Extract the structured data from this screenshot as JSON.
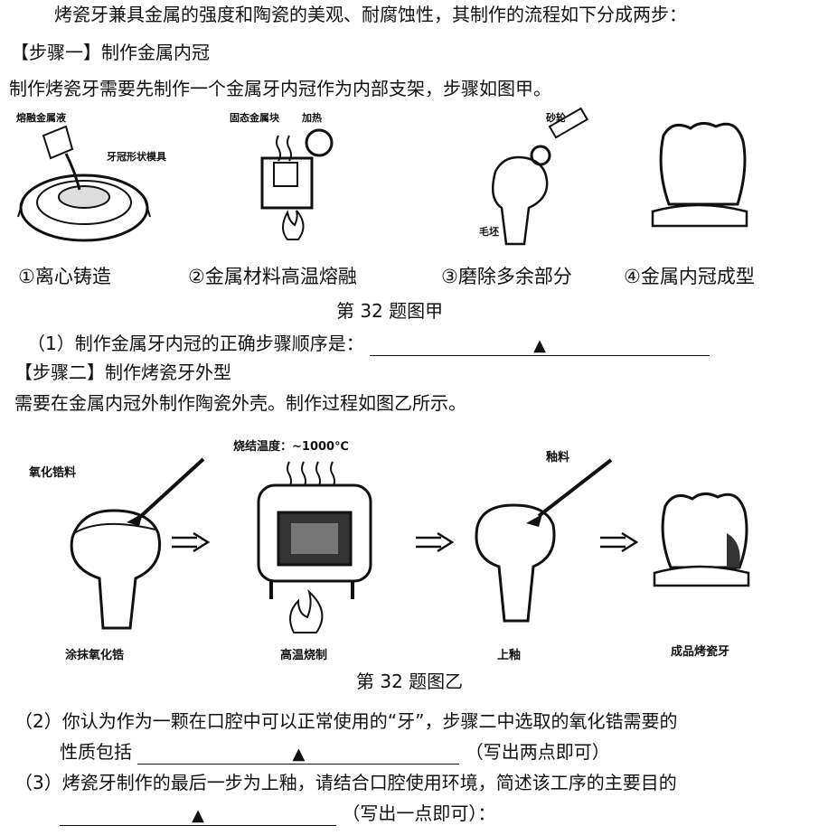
{
  "intro": "烤瓷牙兼具金属的强度和陶瓷的美观、耐腐蚀性，其制作的流程如下分成两步：",
  "step1": {
    "heading": "【步骤一】制作金属内冠",
    "desc": "制作烤瓷牙需要先制作一个金属牙内冠作为内部支架，步骤如图甲。",
    "captions": [
      "①离心铸造",
      "②金属材料高温熔融",
      "③磨除多余部分",
      "④金属内冠成型"
    ],
    "labels": {
      "molten_metal": "熔融金属液",
      "mold": "牙冠形状模具",
      "solid_metal": "固态金属块",
      "heating": "加热",
      "grinding_wheel": "砂轮",
      "blank": "毛坯"
    },
    "figure_title": "第 32 题图甲"
  },
  "q1": {
    "text": "（1）制作金属牙内冠的正确步骤顺序是：",
    "mark": "▲"
  },
  "step2": {
    "heading": "【步骤二】制作烤瓷牙外型",
    "desc": "需要在金属内冠外制作陶瓷外壳。制作过程如图乙所示。",
    "labels": {
      "zirconia": "氧化锆料",
      "sinter_temp": "烧结温度：~1000℃",
      "glaze": "釉料"
    },
    "captions": [
      "涂抹氧化锆",
      "高温烧制",
      "上釉",
      "成品烤瓷牙"
    ],
    "figure_title": "第 32 题图乙"
  },
  "q2": {
    "line1": "（2）你认为作为一颗在口腔中可以正常使用的“牙”，步骤二中选取的氧化锆需要的",
    "line2_prefix": "性质包括",
    "mark": "▲",
    "line2_suffix": "（写出两点即可）"
  },
  "q3": {
    "line1": "（3）烤瓷牙制作的最后一步为上釉，请结合口腔使用环境，简述该工序的主要目的",
    "mark": "▲",
    "suffix": "（写出一点即可）："
  }
}
